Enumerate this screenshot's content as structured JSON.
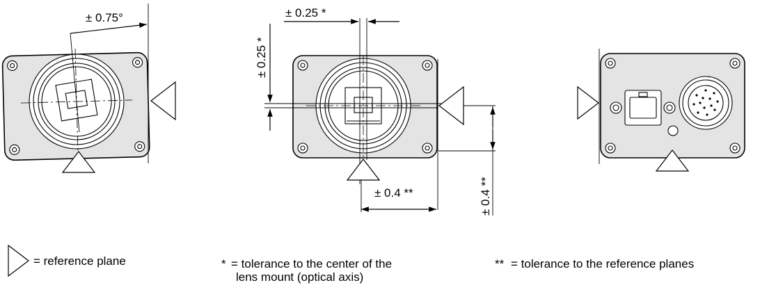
{
  "views": {
    "left": {
      "angle_tolerance": "± 0.75°"
    },
    "middle": {
      "x_center_tolerance": "± 0.25 *",
      "y_center_tolerance": "± 0.25 *",
      "x_ref_tolerance": "± 0.4 **",
      "y_ref_tolerance": "± 0.4 **"
    }
  },
  "legend": {
    "reference_plane": "= reference plane",
    "star": "*",
    "star_text_line1": "= tolerance to the center of the",
    "star_text_line2": "lens mount (optical axis)",
    "double_star": "**",
    "double_star_text": "= tolerance to the reference planes"
  }
}
